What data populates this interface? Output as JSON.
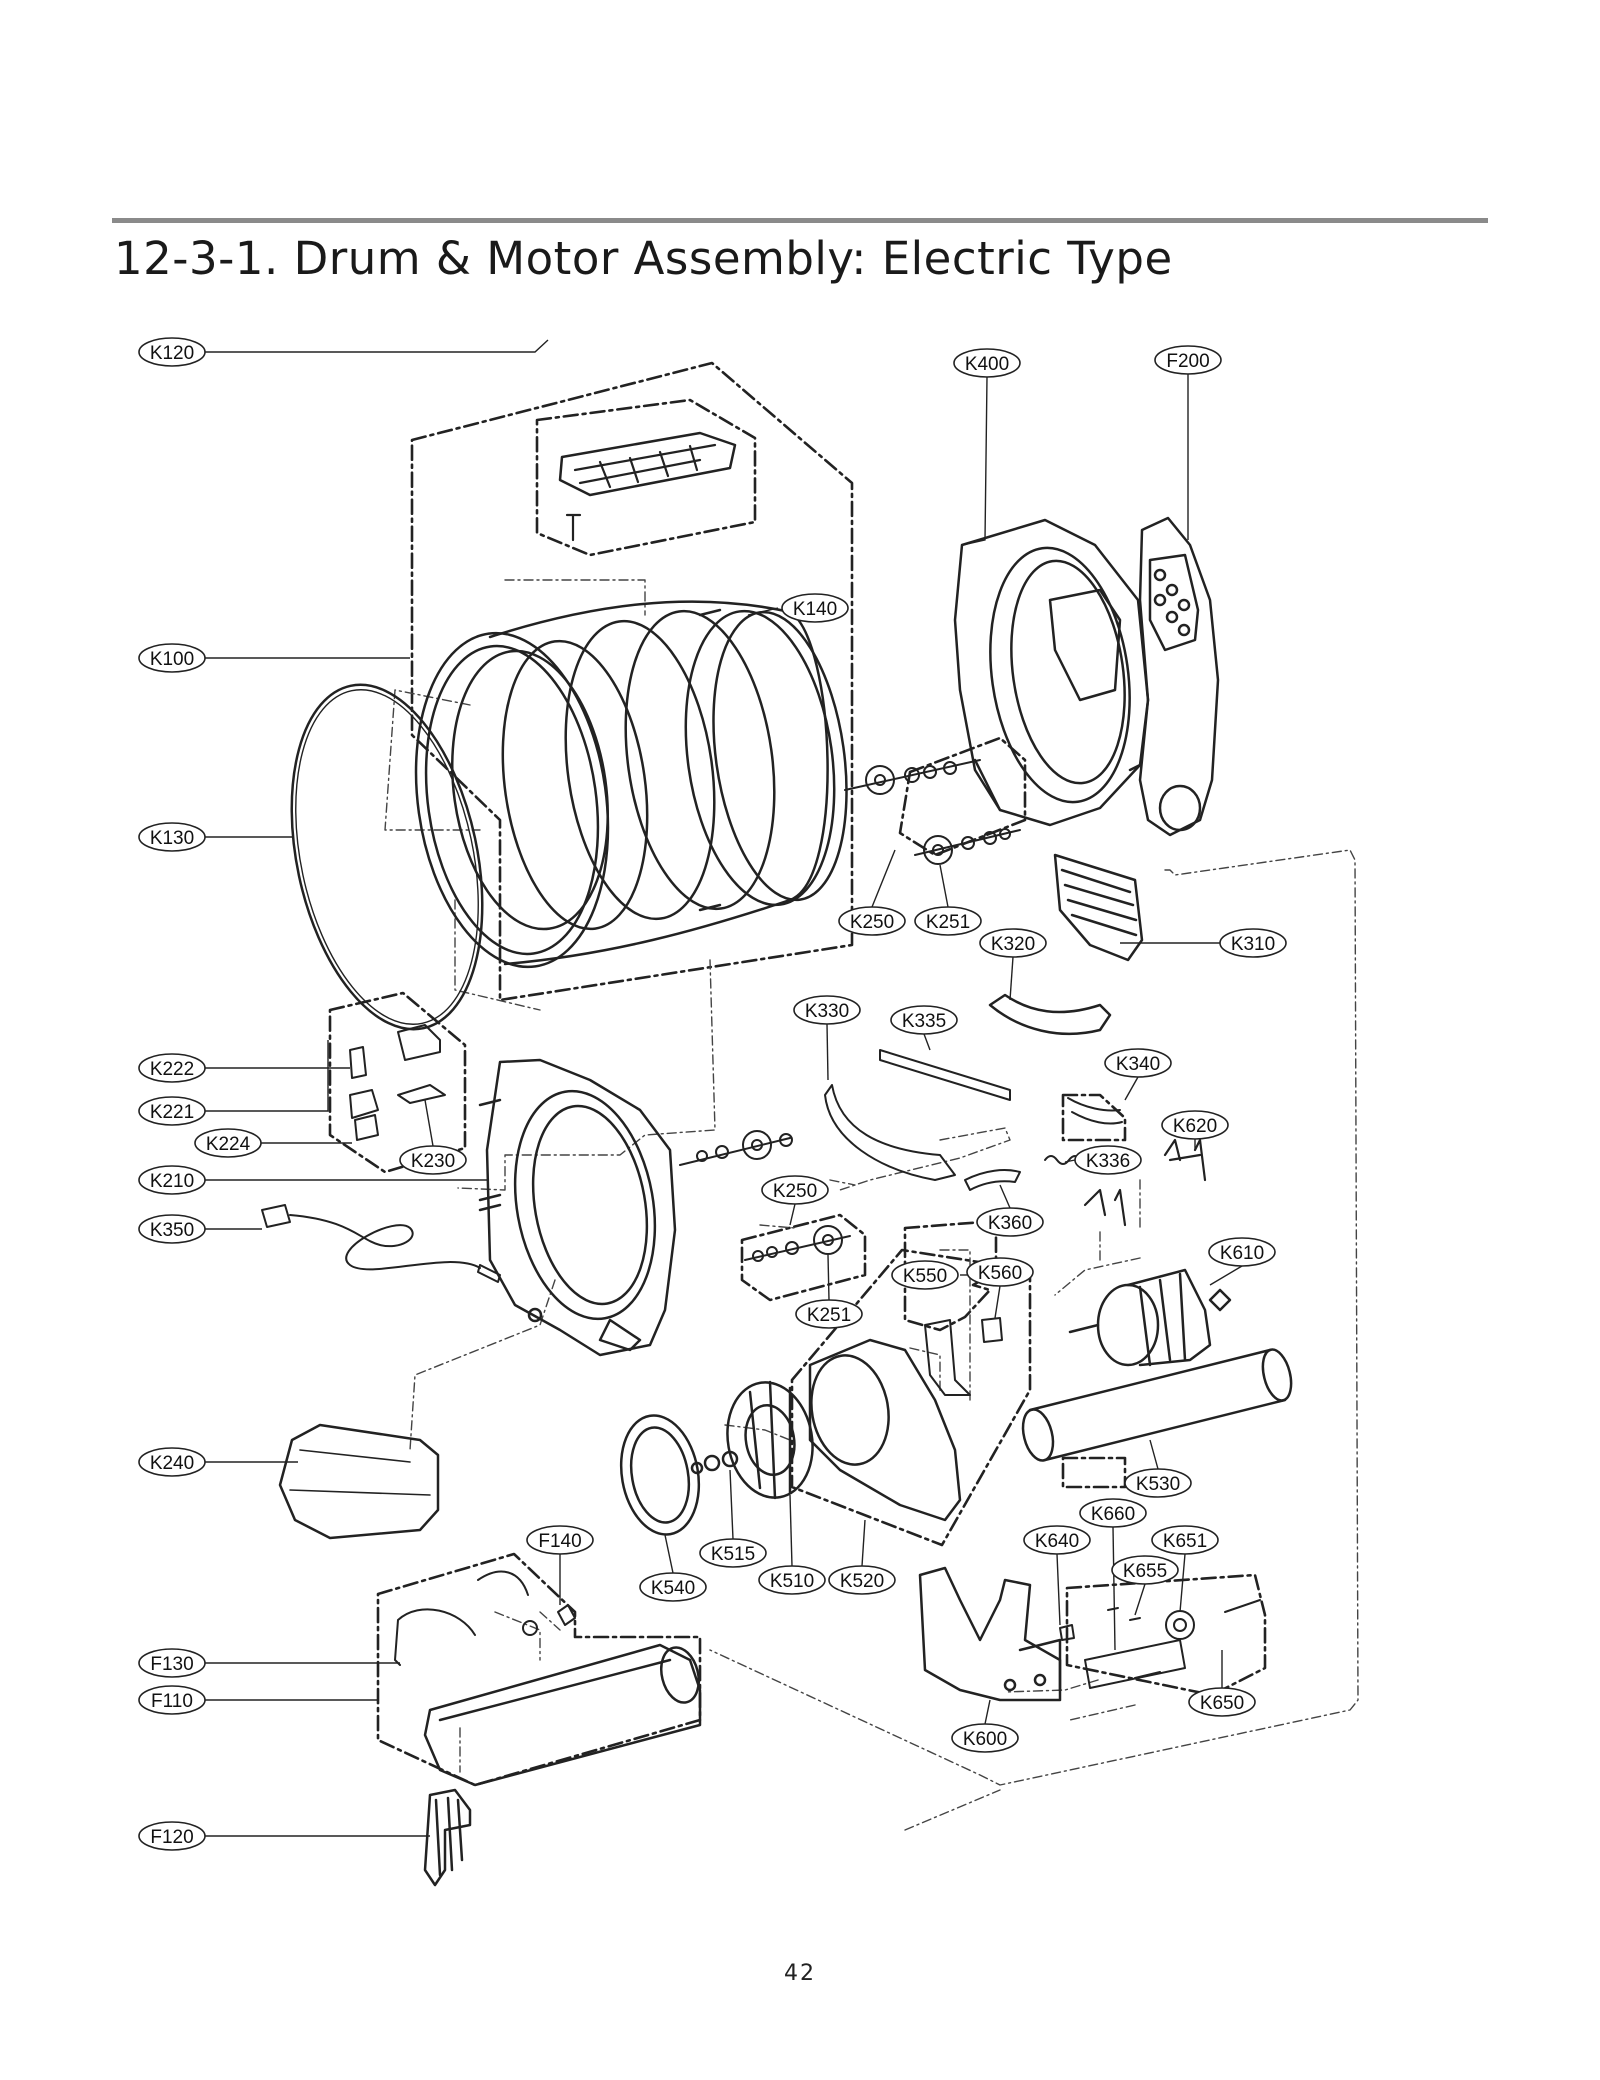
{
  "title": "12-3-1. Drum & Motor Assembly: Electric Type",
  "page_number": "42",
  "callouts": [
    "K400",
    "F200",
    "K120",
    "K140",
    "K100",
    "K130",
    "K250",
    "K251",
    "K320",
    "K310",
    "K330",
    "K335",
    "K340",
    "K222",
    "K221",
    "K224",
    "K230",
    "K620",
    "K336",
    "K210",
    "K250",
    "K360",
    "K350",
    "K610",
    "K550",
    "K560",
    "K251",
    "K240",
    "K530",
    "K660",
    "K640",
    "K651",
    "F140",
    "K655",
    "K515",
    "K510",
    "K520",
    "K540",
    "F130",
    "F110",
    "K650",
    "K600",
    "F120"
  ]
}
